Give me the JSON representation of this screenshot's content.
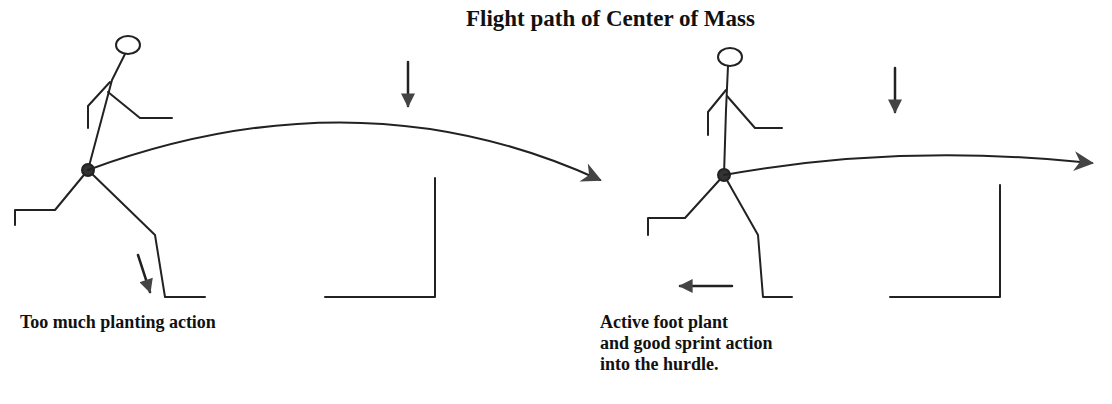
{
  "diagram": {
    "title": "Flight path of Center of Mass",
    "labels": [
      "Too much planting action",
      "Active foot plant and good sprint action into the hurdle."
    ]
  }
}
